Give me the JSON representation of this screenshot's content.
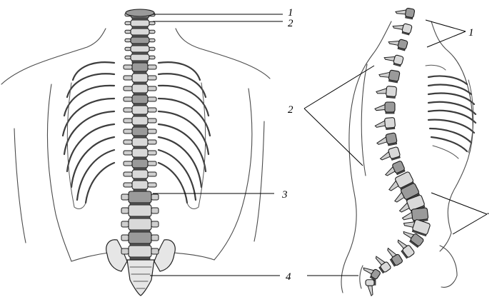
{
  "labels": {
    "front_cervical_top": "1",
    "front_cervical_second": "2",
    "front_lumbar": "3",
    "front_sacrum": "4",
    "side_cervical": "1",
    "side_thoracic": "2",
    "side_sacral": "4",
    "side_lumbar": "."
  },
  "colors": {
    "ink": "#1e1e1e",
    "bone": "#d9d9d9",
    "bone_shadow": "#9a9a9a",
    "background": "#ffffff"
  }
}
